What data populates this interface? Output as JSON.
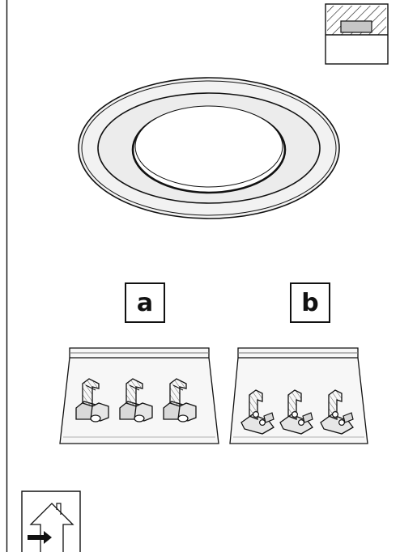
{
  "labels": {
    "a": "a",
    "b": "b"
  },
  "icons": {
    "top_right": "installation-cross-section-icon",
    "bottom_left": "indoor-use-house-icon",
    "bag_a": "bag-of-spring-clips",
    "bag_b": "bag-of-mounting-clips"
  },
  "colors": {
    "line": "#111111",
    "ring_fill": "#ececec",
    "bag_fill": "#f6f6f6",
    "clip_fill": "#d9d9d9"
  }
}
